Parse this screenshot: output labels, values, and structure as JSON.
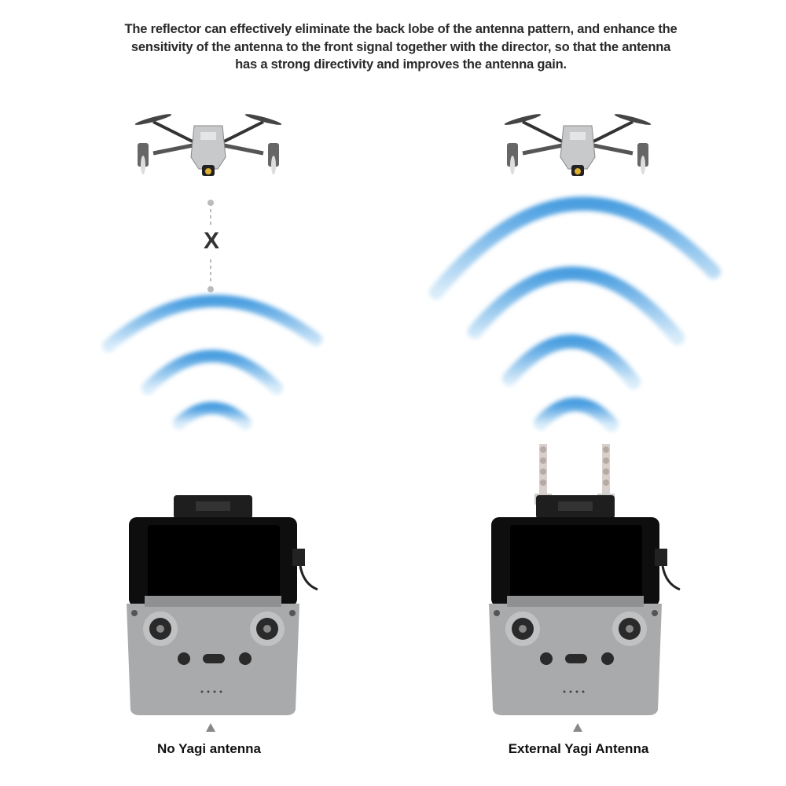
{
  "headline": {
    "line1": "The reflector can effectively eliminate the back lobe of the antenna pattern, and enhance the",
    "line2": "sensitivity of the antenna to the front signal together with the director, so that the antenna",
    "line3": "has a strong directivity and improves the antenna gain."
  },
  "left_panel": {
    "label": "No Yagi antenna",
    "blocked_mark": "X",
    "signal_arcs": 3
  },
  "right_panel": {
    "label": "External Yagi Antenna",
    "signal_arcs": 4
  },
  "colors": {
    "signal": "#6fb2e6",
    "controller": "#a9aaac",
    "text": "#2a2a2a"
  }
}
